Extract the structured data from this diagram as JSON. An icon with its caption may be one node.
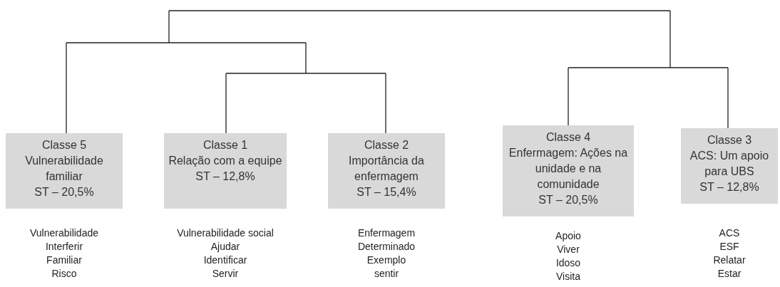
{
  "diagram": {
    "nodes": [
      {
        "text": [
          "Classe 5",
          "Vulnerabilidade familiar",
          "ST – 20,5%"
        ],
        "beside": [
          "Vulnerabilidade",
          "Interferir",
          "Familiar",
          "Risco"
        ]
      },
      {
        "text": [
          "Classe 1",
          "Relação com a equipe",
          "ST – 12,8%"
        ],
        "beside": [
          "Vulnerabilidade social",
          "Ajudar",
          "Identificar",
          "Servir"
        ]
      },
      {
        "text": [
          "Classe 2",
          "Importância da enfermagem",
          "ST – 15,4%"
        ],
        "beside": [
          "Enfermagem",
          "Determinado",
          "Exemplo",
          "sentir"
        ]
      },
      {
        "text": [
          "Classe 4",
          "Enfermagem: Ações na unidade e na comunidade",
          "ST – 20,5%"
        ],
        "beside": [
          "Apoio",
          "Viver",
          "Idoso",
          "Visita"
        ]
      },
      {
        "text": [
          "Classe 3",
          "ACS: Um apoio para UBS",
          "ST – 12,8%"
        ],
        "beside": [
          "ACS",
          "ESF",
          "Relatar",
          "Estar"
        ]
      }
    ]
  }
}
